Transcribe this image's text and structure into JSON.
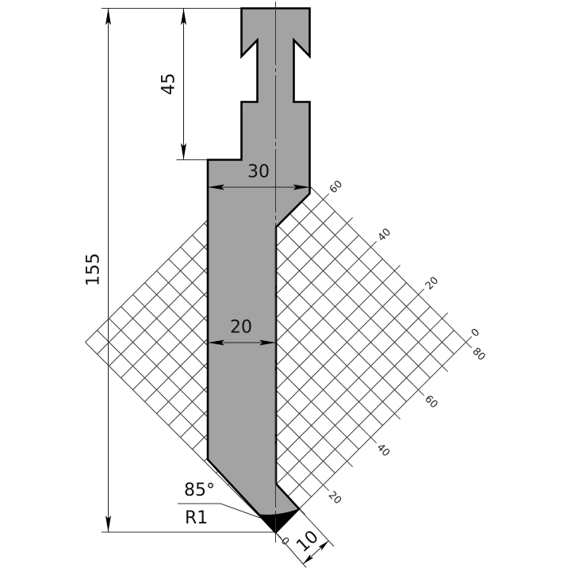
{
  "dimensions": {
    "total_height": "155",
    "clamp_height": "45",
    "upper_width": "30",
    "lower_width": "20",
    "tip_width": "10",
    "tip_angle": "85°",
    "tip_radius": "R1"
  },
  "grid": {
    "min": 0,
    "max": 80,
    "minor_step": 5,
    "major_step": 10,
    "label_step": 20,
    "tick_len": 2.4,
    "lower_right_axis": {
      "labels": [
        "0",
        "20",
        "40",
        "60",
        "80"
      ]
    },
    "upper_right_axis": {
      "labels": [
        "0",
        "20",
        "40",
        "60"
      ]
    }
  },
  "colors": {
    "tool_fill": "#a3a3a3",
    "outline": "#000000",
    "grid_line": "#3a3a3a",
    "background": "#ffffff"
  }
}
